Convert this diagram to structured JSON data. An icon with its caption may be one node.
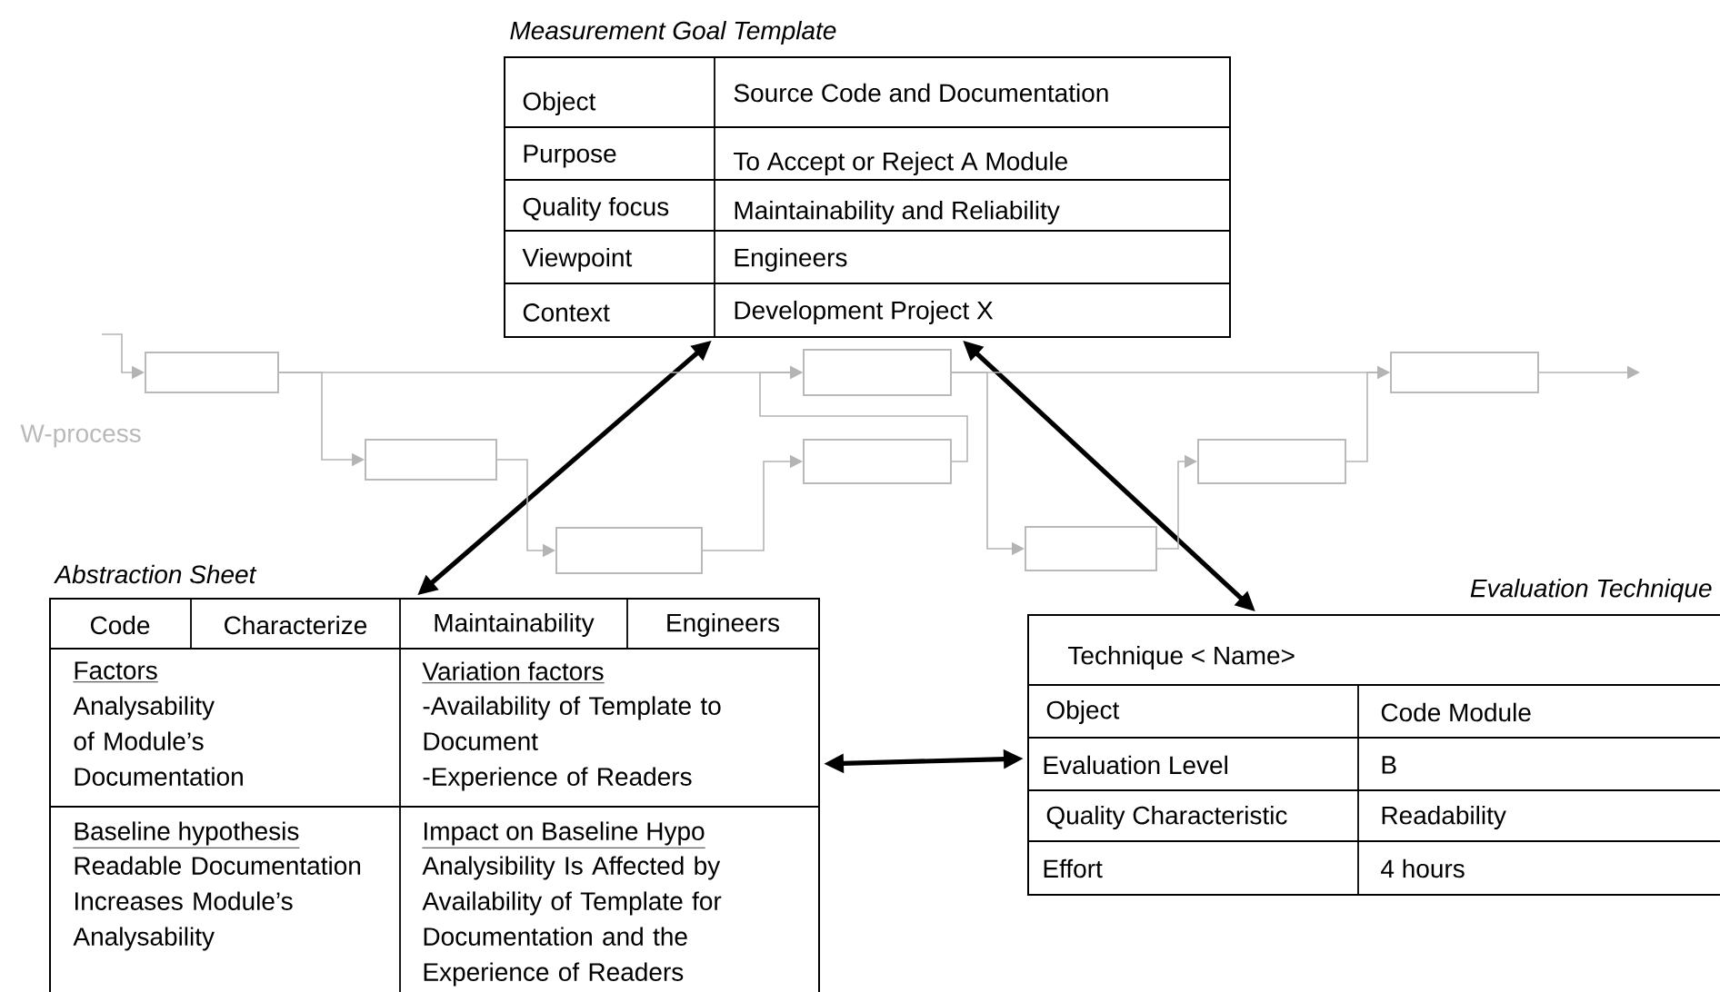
{
  "diagram": {
    "nodes": [
      {
        "text": [
          "Measurement Goal Template",
          "Object",
          "Source Code and Documentation",
          "Purpose",
          "To Accept or Reject A Module",
          "Quality focus",
          "Maintainability and Reliability",
          "Viewpoint",
          "Engineers",
          "Context",
          "Development Project X"
        ]
      },
      {
        "text": [
          "Abstraction Sheet",
          "Code",
          "Characterize",
          "Maintainability",
          "Engineers",
          "Factors",
          "Analysability of Module’s Documentation",
          "Variation factors",
          "-Availability of Template to Document",
          "-Experience of Readers",
          "Baseline hypothesis",
          "Readable Documentation Increases Module’s Analysability",
          "Impact on Baseline Hypo",
          "Analysibility Is Affected by Availability of Template for Documentation and the Experience of Readers"
        ]
      },
      {
        "text": [
          "Evaluation Technique",
          "Technique < Name>",
          "Object",
          "Code Module",
          "Evaluation Level",
          "B",
          "Quality Characteristic",
          "Readability",
          "Effort",
          "4 hours"
        ]
      },
      {
        "text": [],
        "shape": "box"
      },
      {
        "text": [],
        "shape": "box"
      },
      {
        "text": [],
        "shape": "box"
      },
      {
        "text": [],
        "shape": "box"
      },
      {
        "text": [],
        "shape": "box"
      },
      {
        "text": [],
        "shape": "box"
      },
      {
        "text": [],
        "shape": "box"
      },
      {
        "text": [],
        "shape": "box"
      }
    ],
    "edges": [
      {
        "from": 0,
        "to": 1,
        "arrow": "both",
        "style": "thick",
        "color": "#000000"
      },
      {
        "from": 0,
        "to": 2,
        "arrow": "both",
        "style": "thick",
        "color": "#000000"
      },
      {
        "from": 1,
        "to": 2,
        "arrow": "both",
        "style": "thick",
        "color": "#000000"
      },
      {
        "from": null,
        "to": 3,
        "arrow": "to"
      },
      {
        "from": 3,
        "to": 4,
        "arrow": "to"
      },
      {
        "from": 3,
        "to": 6,
        "arrow": "to"
      },
      {
        "from": 4,
        "to": 5,
        "arrow": "to"
      },
      {
        "from": 5,
        "to": 7,
        "arrow": "to"
      },
      {
        "from": 7,
        "to": 6,
        "arrow": "to"
      },
      {
        "from": 6,
        "to": 8,
        "arrow": "to"
      },
      {
        "from": 6,
        "to": 10,
        "arrow": "to"
      },
      {
        "from": 8,
        "to": 9,
        "arrow": "to"
      },
      {
        "from": 9,
        "to": 10,
        "arrow": "to"
      },
      {
        "from": 10,
        "to": null,
        "arrow": "to"
      }
    ],
    "labels": [
      "W-process"
    ]
  }
}
